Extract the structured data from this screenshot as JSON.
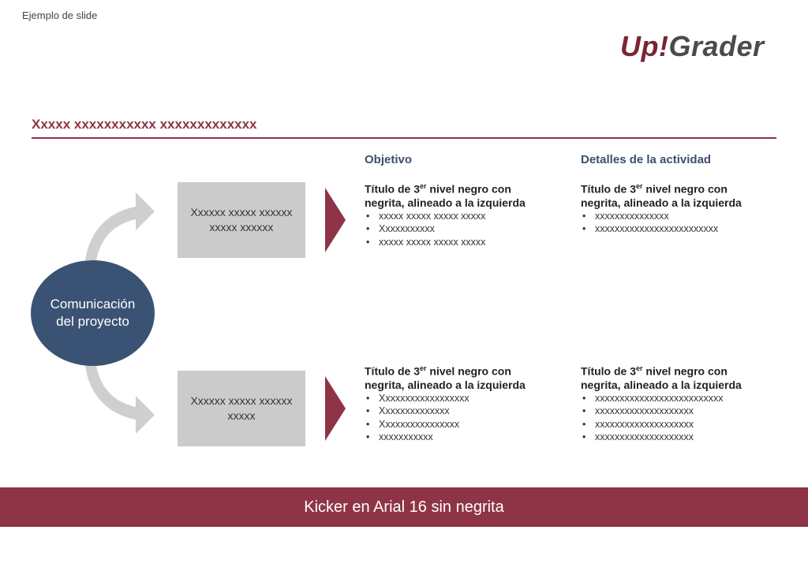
{
  "header": {
    "slide_label": "Ejemplo de slide",
    "logo_part_1": "Up!",
    "logo_part_2": "Grader"
  },
  "title": "Xxxxx xxxxxxxxxxx xxxxxxxxxxxxx",
  "columns": {
    "objective": "Objetivo",
    "details": "Detalles de la actividad"
  },
  "hub": {
    "label_line_1": "Comunicación",
    "label_line_2": "del proyecto"
  },
  "boxes": {
    "top": "Xxxxxx xxxxx xxxxxx xxxxx xxxxxx",
    "bottom": "Xxxxxx xxxxx xxxxxx xxxxx"
  },
  "blocks": {
    "title_line_1_pre": "Título de 3",
    "title_sup": "er",
    "title_line_1_post": " nivel negro con",
    "title_line_2": "negrita, alineado a la izquierda",
    "top_left_items": [
      "xxxxx xxxxx xxxxx xxxxx",
      "Xxxxxxxxxxx",
      "xxxxx xxxxx xxxxx xxxxx"
    ],
    "top_right_items": [
      "xxxxxxxxxxxxxxx",
      "xxxxxxxxxxxxxxxxxxxxxxxxx"
    ],
    "bottom_left_items": [
      "Xxxxxxxxxxxxxxxxxx",
      "Xxxxxxxxxxxxxx",
      "Xxxxxxxxxxxxxxxx",
      "xxxxxxxxxxx"
    ],
    "bottom_right_items": [
      "xxxxxxxxxxxxxxxxxxxxxxxxxx",
      "xxxxxxxxxxxxxxxxxxxx",
      "xxxxxxxxxxxxxxxxxxxx",
      "xxxxxxxxxxxxxxxxxxxx"
    ],
    "bullet": "•"
  },
  "kicker": "Kicker en Arial 16 sin negrita",
  "colors": {
    "accent": "#8e3446",
    "navy": "#3a5273",
    "heading_blue": "#3d4f6d",
    "box_grey": "#cbcbcb"
  }
}
